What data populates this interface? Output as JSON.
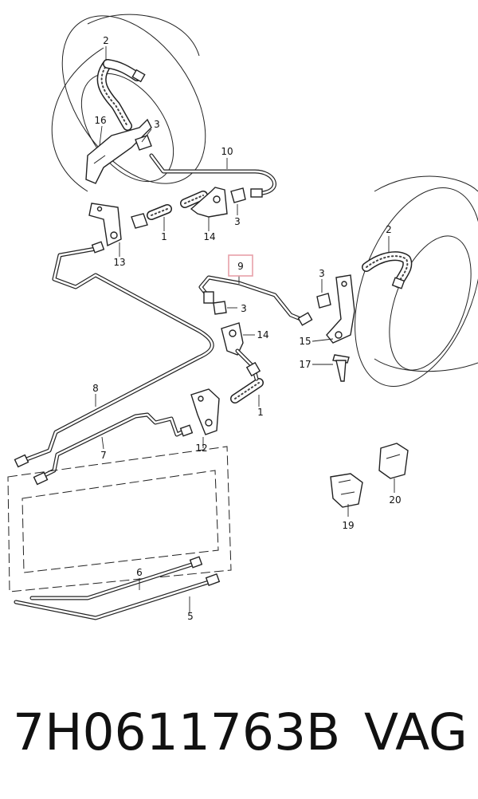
{
  "callouts": {
    "c1a": "1",
    "c1b": "1",
    "c2a": "2",
    "c2b": "2",
    "c3a": "3",
    "c3b": "3",
    "c3c": "3",
    "c3d": "3",
    "c5": "5",
    "c6": "6",
    "c7": "7",
    "c8": "8",
    "c9": "9",
    "c10": "10",
    "c12": "12",
    "c13": "13",
    "c14a": "14",
    "c14b": "14",
    "c15": "15",
    "c16": "16",
    "c17": "17",
    "c19": "19",
    "c20": "20"
  },
  "highlight_color": "#e8a0a8",
  "footer": {
    "part_number": "7H0611763B",
    "brand": "VAG"
  }
}
